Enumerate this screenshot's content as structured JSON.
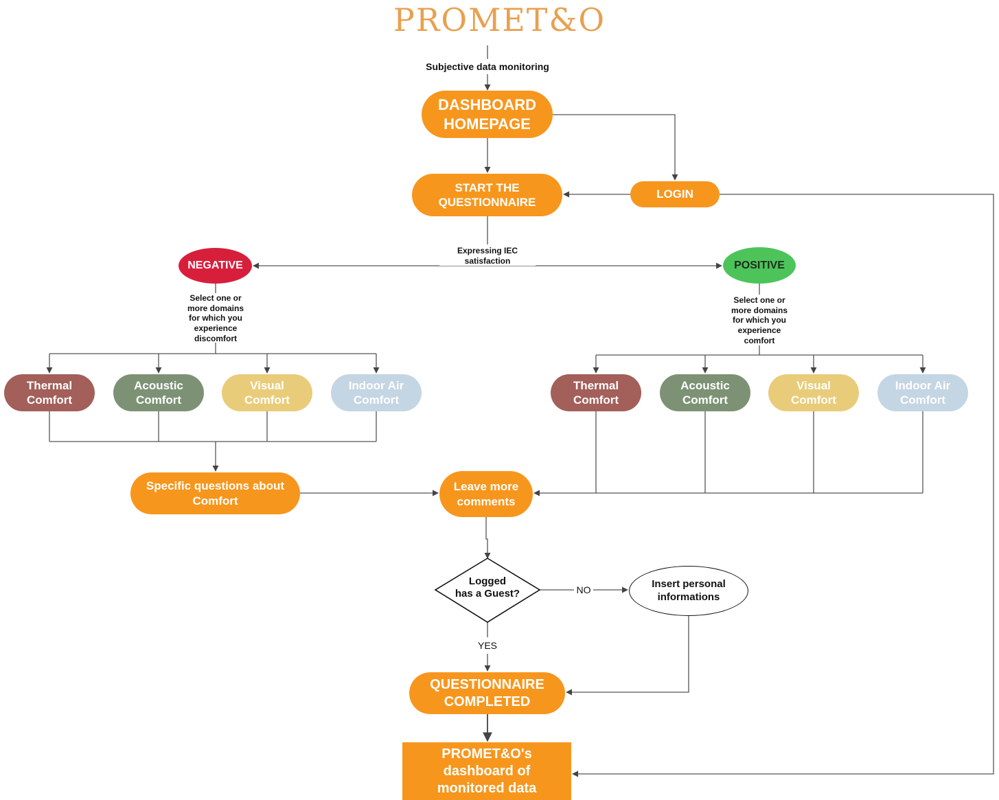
{
  "title": "PROMET&O",
  "colors": {
    "orange": "#F7961D",
    "negative": "#D71F3C",
    "positive": "#4CC45A",
    "thermal": "#A35F5A",
    "acoustic": "#7D9275",
    "visual": "#E9CC7A",
    "indoor_air": "#C4D5E3",
    "title": "#E8A04F"
  },
  "labels": {
    "subjective": "Subjective data monitoring",
    "expressing": "Expressing IEC\nsatisfaction",
    "select_negative": "Select one or\nmore domains\nfor which you\nexperience\ndiscomfort",
    "select_positive": "Select one or\nmore domains\nfor which you\nexperience\ncomfort",
    "no": "NO",
    "yes": "YES"
  },
  "nodes": {
    "dashboard": "DASHBOARD\nHOMEPAGE",
    "start": "START THE\nQUESTIONNAIRE",
    "login": "LOGIN",
    "negative": "NEGATIVE",
    "positive": "POSITIVE",
    "neg_domains": [
      "Thermal\nComfort",
      "Acoustic\nComfort",
      "Visual\nComfort",
      "Indoor Air\nComfort"
    ],
    "pos_domains": [
      "Thermal\nComfort",
      "Acoustic\nComfort",
      "Visual\nComfort",
      "Indoor Air\nComfort"
    ],
    "specific": "Specific questions about\nComfort",
    "leave": "Leave more\ncomments",
    "decision": "Logged\nhas a Guest?",
    "insert": "Insert personal\ninformations",
    "completed": "QUESTIONNAIRE\nCOMPLETED",
    "final": "PROMET&O's\ndashboard of\nmonitored data"
  }
}
